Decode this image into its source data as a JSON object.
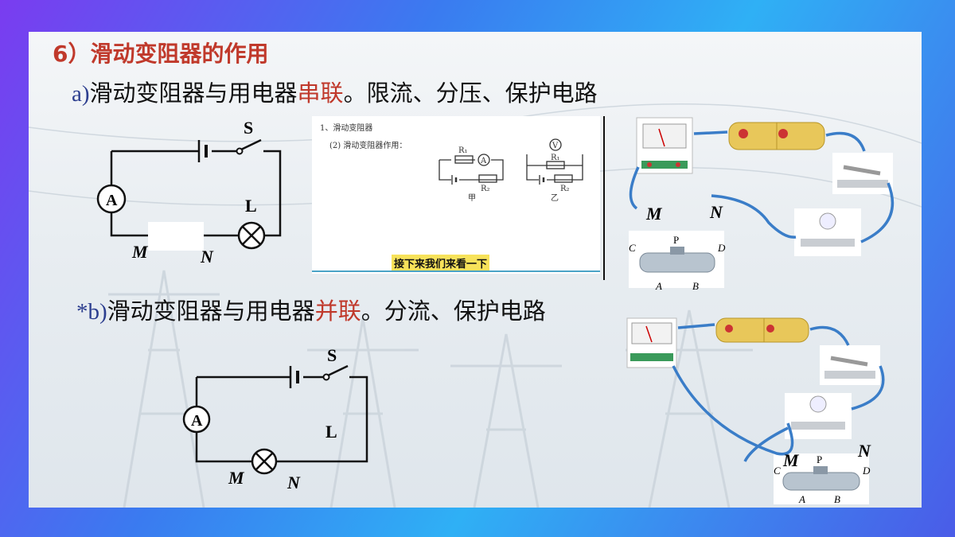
{
  "title": "6）滑动变阻器的作用",
  "section_a": {
    "prefix": "a)",
    "text1": "滑动变阻器与用电器",
    "highlight": "串联",
    "text2": "。限流、分压、保护电路"
  },
  "section_b": {
    "prefix": "*b)",
    "text1": "滑动变阻器与用电器",
    "highlight": "并联",
    "text2": "。分流、保护电路"
  },
  "circuit_a": {
    "switch": "S",
    "ammeter": "A",
    "lamp": "L",
    "m": "M",
    "n": "N"
  },
  "circuit_b": {
    "switch": "S",
    "ammeter": "A",
    "lamp": "L",
    "m": "M",
    "n": "N"
  },
  "video": {
    "heading": "1、滑动变阻器",
    "subheading": "(2) 滑动变阻器作用：",
    "label_jia": "甲",
    "label_yi": "乙",
    "r1": "R₁",
    "r2": "R₂",
    "a_meter": "A",
    "v_meter": "V",
    "caption": "接下来我们来看一下"
  },
  "photo_a": {
    "m": "M",
    "n": "N",
    "p": "P",
    "c": "C",
    "d": "D",
    "a": "A",
    "b": "B"
  },
  "photo_b": {
    "m": "M",
    "n": "N",
    "p": "P",
    "c": "C",
    "d": "D",
    "a": "A",
    "b": "B"
  },
  "colors": {
    "accent": "#c0392b",
    "wire": "#3a7dc8",
    "battery": "#e8c75a"
  }
}
